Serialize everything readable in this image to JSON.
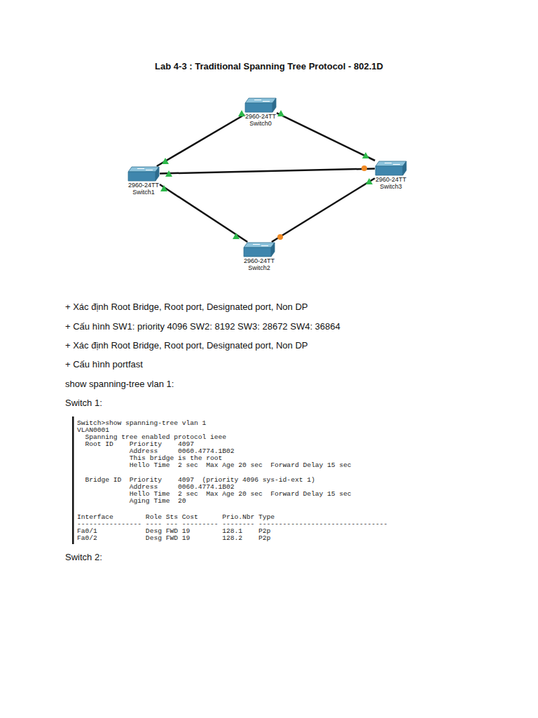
{
  "diagram": {
    "title": "Lab 4-3 : Traditional Spanning Tree Protocol - 802.1D",
    "nodes": [
      {
        "text": [
          "2960-24TT",
          "Switch0"
        ]
      },
      {
        "text": [
          "2960-24TT",
          "Switch1"
        ]
      },
      {
        "text": [
          "2960-24TT",
          "Switch3"
        ]
      },
      {
        "text": [
          "2960-24TT",
          "Switch2"
        ]
      }
    ],
    "edges": [
      {
        "from": 0,
        "to": 1,
        "arrow": "none"
      },
      {
        "from": 0,
        "to": 2,
        "arrow": "none"
      },
      {
        "from": 1,
        "to": 2,
        "arrow": "none"
      },
      {
        "from": 1,
        "to": 3,
        "arrow": "none"
      },
      {
        "from": 3,
        "to": 2,
        "arrow": "none"
      }
    ],
    "labels": [
      "+ Xác định Root Bridge, Root port, Designated port, Non DP",
      "+ Cấu hình SW1: priority 4096 SW2: 8192 SW3: 28672 SW4: 36864",
      "+ Xác định Root Bridge, Root port, Designated port, Non DP",
      "+ Cấu hình portfast",
      "show spanning-tree vlan 1:",
      "Switch 1:",
      "Switch>show spanning-tree vlan 1",
      "VLAN0001",
      "  Spanning tree enabled protocol ieee",
      "  Root ID    Priority    4097",
      "             Address     0060.4774.1B02",
      "             This bridge is the root",
      "             Hello Time  2 sec  Max Age 20 sec  Forward Delay 15 sec",
      "  Bridge ID  Priority    4097  (priority 4096 sys-id-ext 1)",
      "             Address     0060.4774.1B02",
      "             Hello Time  2 sec  Max Age 20 sec  Forward Delay 15 sec",
      "             Aging Time  20",
      "Interface        Role Sts Cost      Prio.Nbr Type",
      "---------------- ---- --- --------- -------- --------------------------------",
      "Fa0/1            Desg FWD 19        128.1    P2p",
      "Fa0/2            Desg FWD 19        128.2    P2p",
      "Switch 2:"
    ]
  }
}
